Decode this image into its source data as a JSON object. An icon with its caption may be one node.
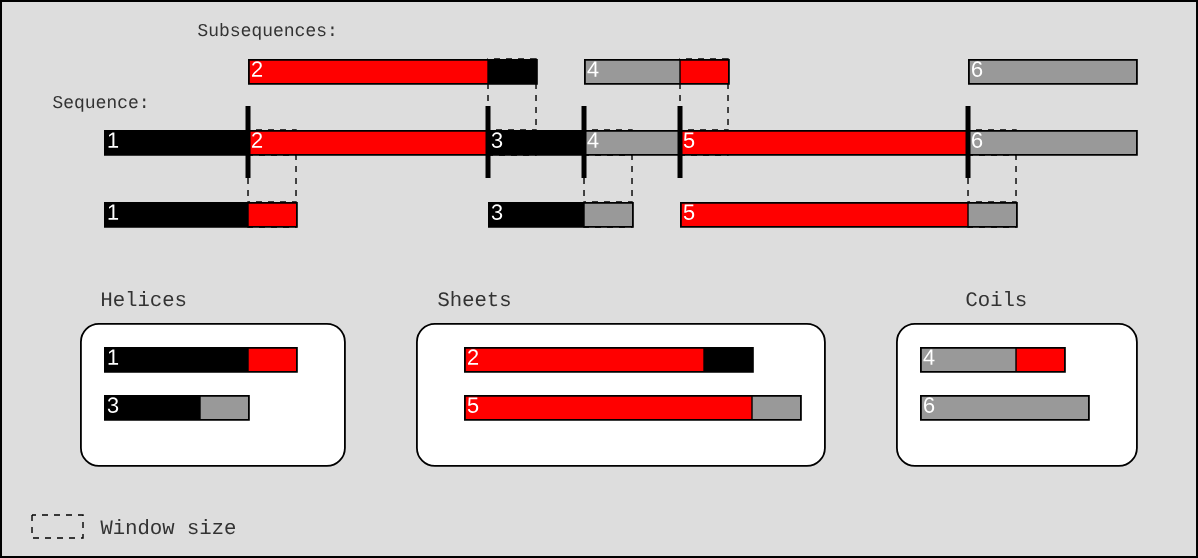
{
  "diagram": {
    "nodes": [
      {
        "text": [
          "2"
        ]
      },
      {
        "text": [
          "4"
        ]
      },
      {
        "text": [
          "6"
        ]
      },
      {
        "text": [
          "1"
        ]
      },
      {
        "text": [
          "2"
        ]
      },
      {
        "text": [
          "3"
        ]
      },
      {
        "text": [
          "4"
        ]
      },
      {
        "text": [
          "5"
        ]
      },
      {
        "text": [
          "6"
        ]
      },
      {
        "text": [
          "1"
        ]
      },
      {
        "text": [
          "3"
        ]
      },
      {
        "text": [
          "5"
        ]
      },
      {
        "text": [
          "Helices"
        ]
      },
      {
        "text": [
          "1"
        ],
        "in": 12
      },
      {
        "text": [
          "3"
        ],
        "in": 12
      },
      {
        "text": [
          "Sheets"
        ]
      },
      {
        "text": [
          "2"
        ],
        "in": 15
      },
      {
        "text": [
          "5"
        ],
        "in": 15
      },
      {
        "text": [
          "Coils"
        ]
      },
      {
        "text": [
          "4"
        ],
        "in": 18
      },
      {
        "text": [
          "6"
        ],
        "in": 18
      }
    ],
    "labels": [
      "Subsequences:",
      "Sequence:"
    ],
    "legend": [
      {
        "text": "Window size"
      }
    ]
  }
}
